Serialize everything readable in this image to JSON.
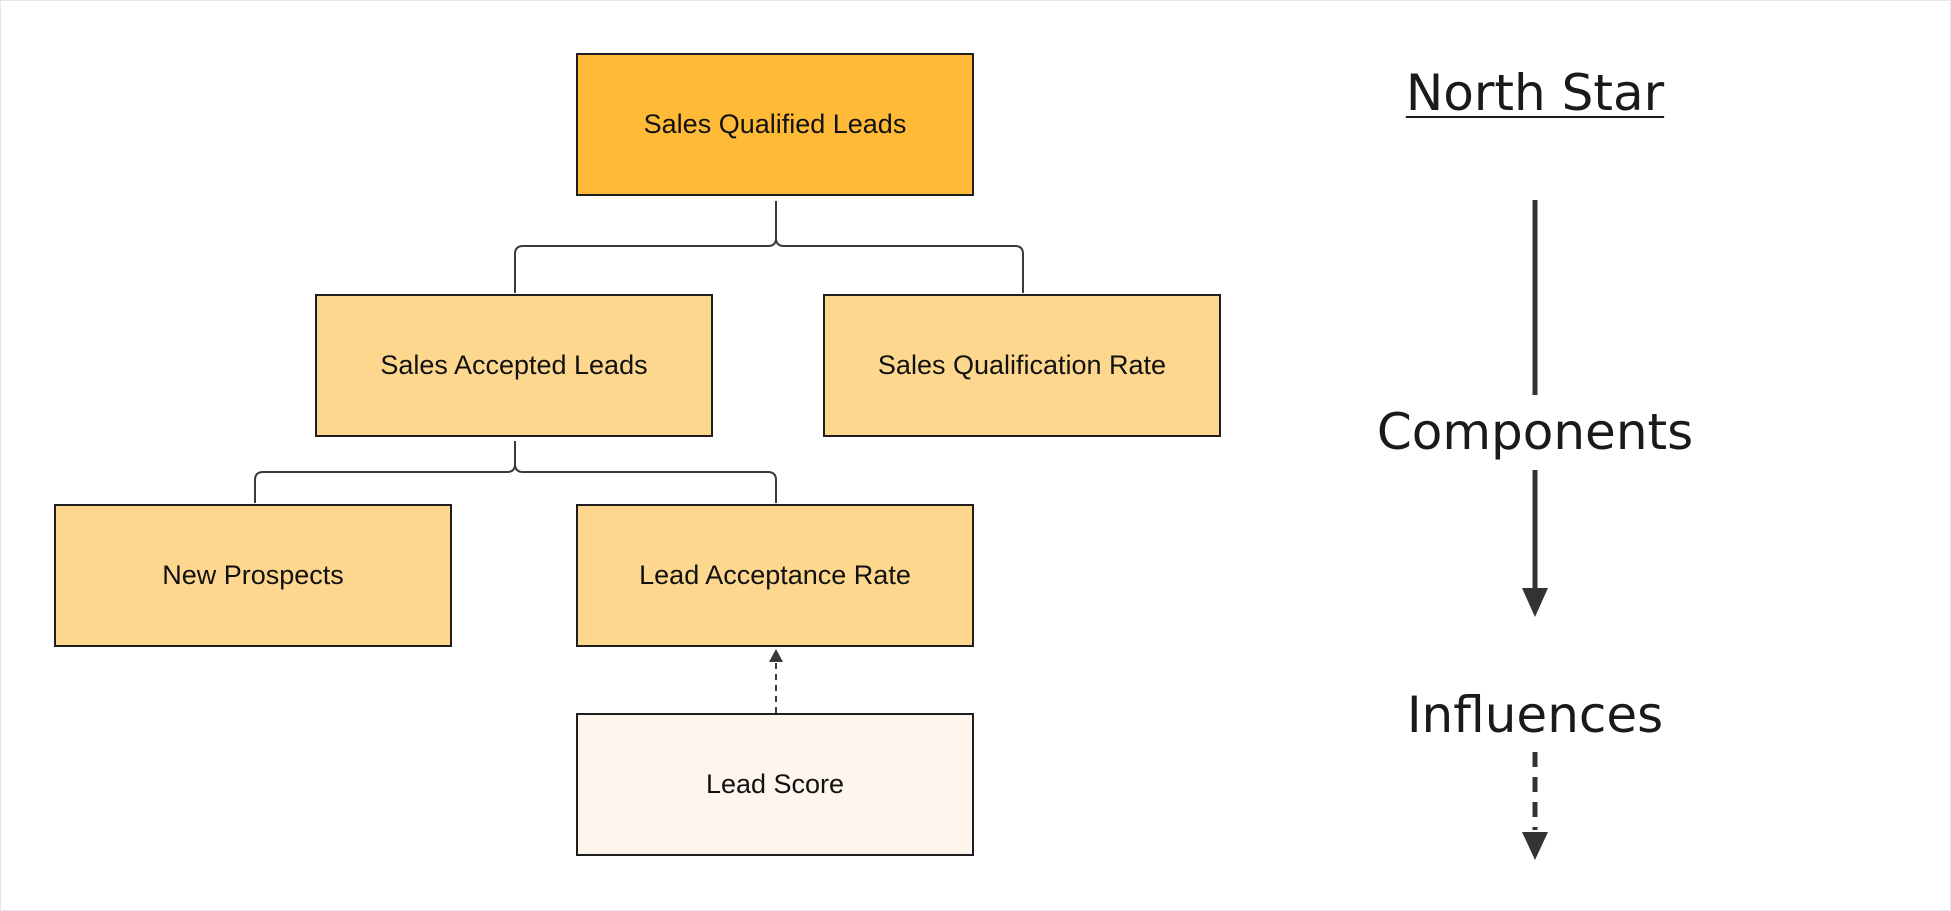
{
  "diagram": {
    "colors": {
      "north_star_fill": "#ffbb38",
      "component_fill": "#fed78f",
      "influence_fill": "#fef5ec",
      "border": "#1f1f1f",
      "connector": "#3a3a3a"
    },
    "nodes": {
      "north_star": {
        "label": "Sales Qualified Leads"
      },
      "sales_accepted_leads": {
        "label": "Sales Accepted Leads"
      },
      "sales_qualification_rate": {
        "label": "Sales Qualification Rate"
      },
      "new_prospects": {
        "label": "New Prospects"
      },
      "lead_acceptance_rate": {
        "label": "Lead Acceptance Rate"
      },
      "lead_score": {
        "label": "Lead Score"
      }
    },
    "edges": [
      {
        "from": "north_star",
        "to": "sales_accepted_leads",
        "style": "solid"
      },
      {
        "from": "north_star",
        "to": "sales_qualification_rate",
        "style": "solid"
      },
      {
        "from": "sales_accepted_leads",
        "to": "new_prospects",
        "style": "solid"
      },
      {
        "from": "sales_accepted_leads",
        "to": "lead_acceptance_rate",
        "style": "solid"
      },
      {
        "from": "lead_score",
        "to": "lead_acceptance_rate",
        "style": "dashed-arrow"
      }
    ]
  },
  "legend": {
    "north_star": "North Star",
    "components": "Components",
    "influences": "Influences"
  }
}
